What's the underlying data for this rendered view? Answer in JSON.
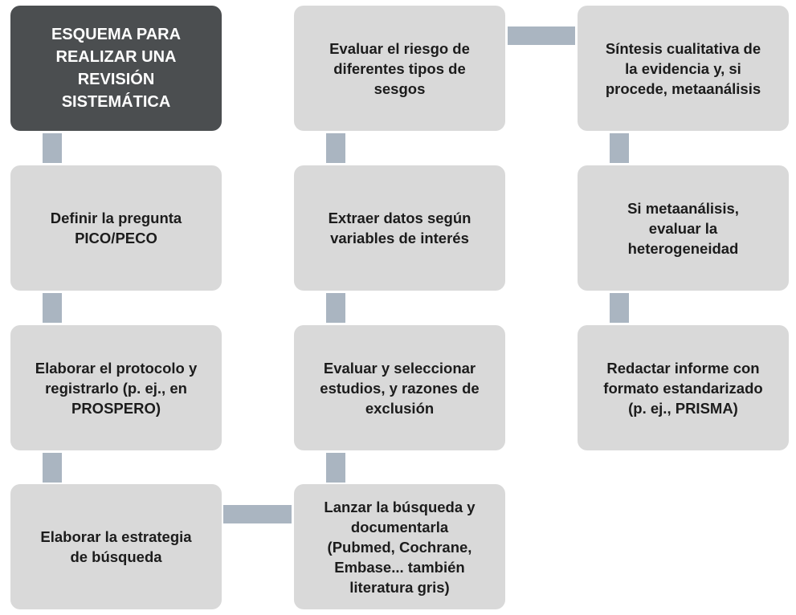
{
  "title": "ESQUEMA PARA\nREALIZAR UNA\nREVISIÓN\nSISTEMÁTICA",
  "steps": [
    "Definir la pregunta\nPICO/PECO",
    "Elaborar el protocolo y\nregistrarlo (p. ej., en\nPROSPERO)",
    "Elaborar la estrategia\nde búsqueda",
    "Lanzar la búsqueda y\ndocumentarla\n(Pubmed, Cochrane,\nEmbase... también\nliteratura gris)",
    "Evaluar y seleccionar\nestudios, y razones de\nexclusión",
    "Extraer datos según\nvariables de interés",
    "Evaluar el riesgo de\ndiferentes tipos de\nsesgos",
    "Síntesis cualitativa de\nla evidencia y, si\nprocede, metaanálisis",
    "Si metaanálisis,\nevaluar  la\nheterogeneidad",
    "Redactar informe con\nformato estandarizado\n(p. ej., PRISMA)"
  ],
  "colors": {
    "title_bg": "#4b4e50",
    "box_bg": "#d9d9d9",
    "connector": "#aab5c1"
  }
}
